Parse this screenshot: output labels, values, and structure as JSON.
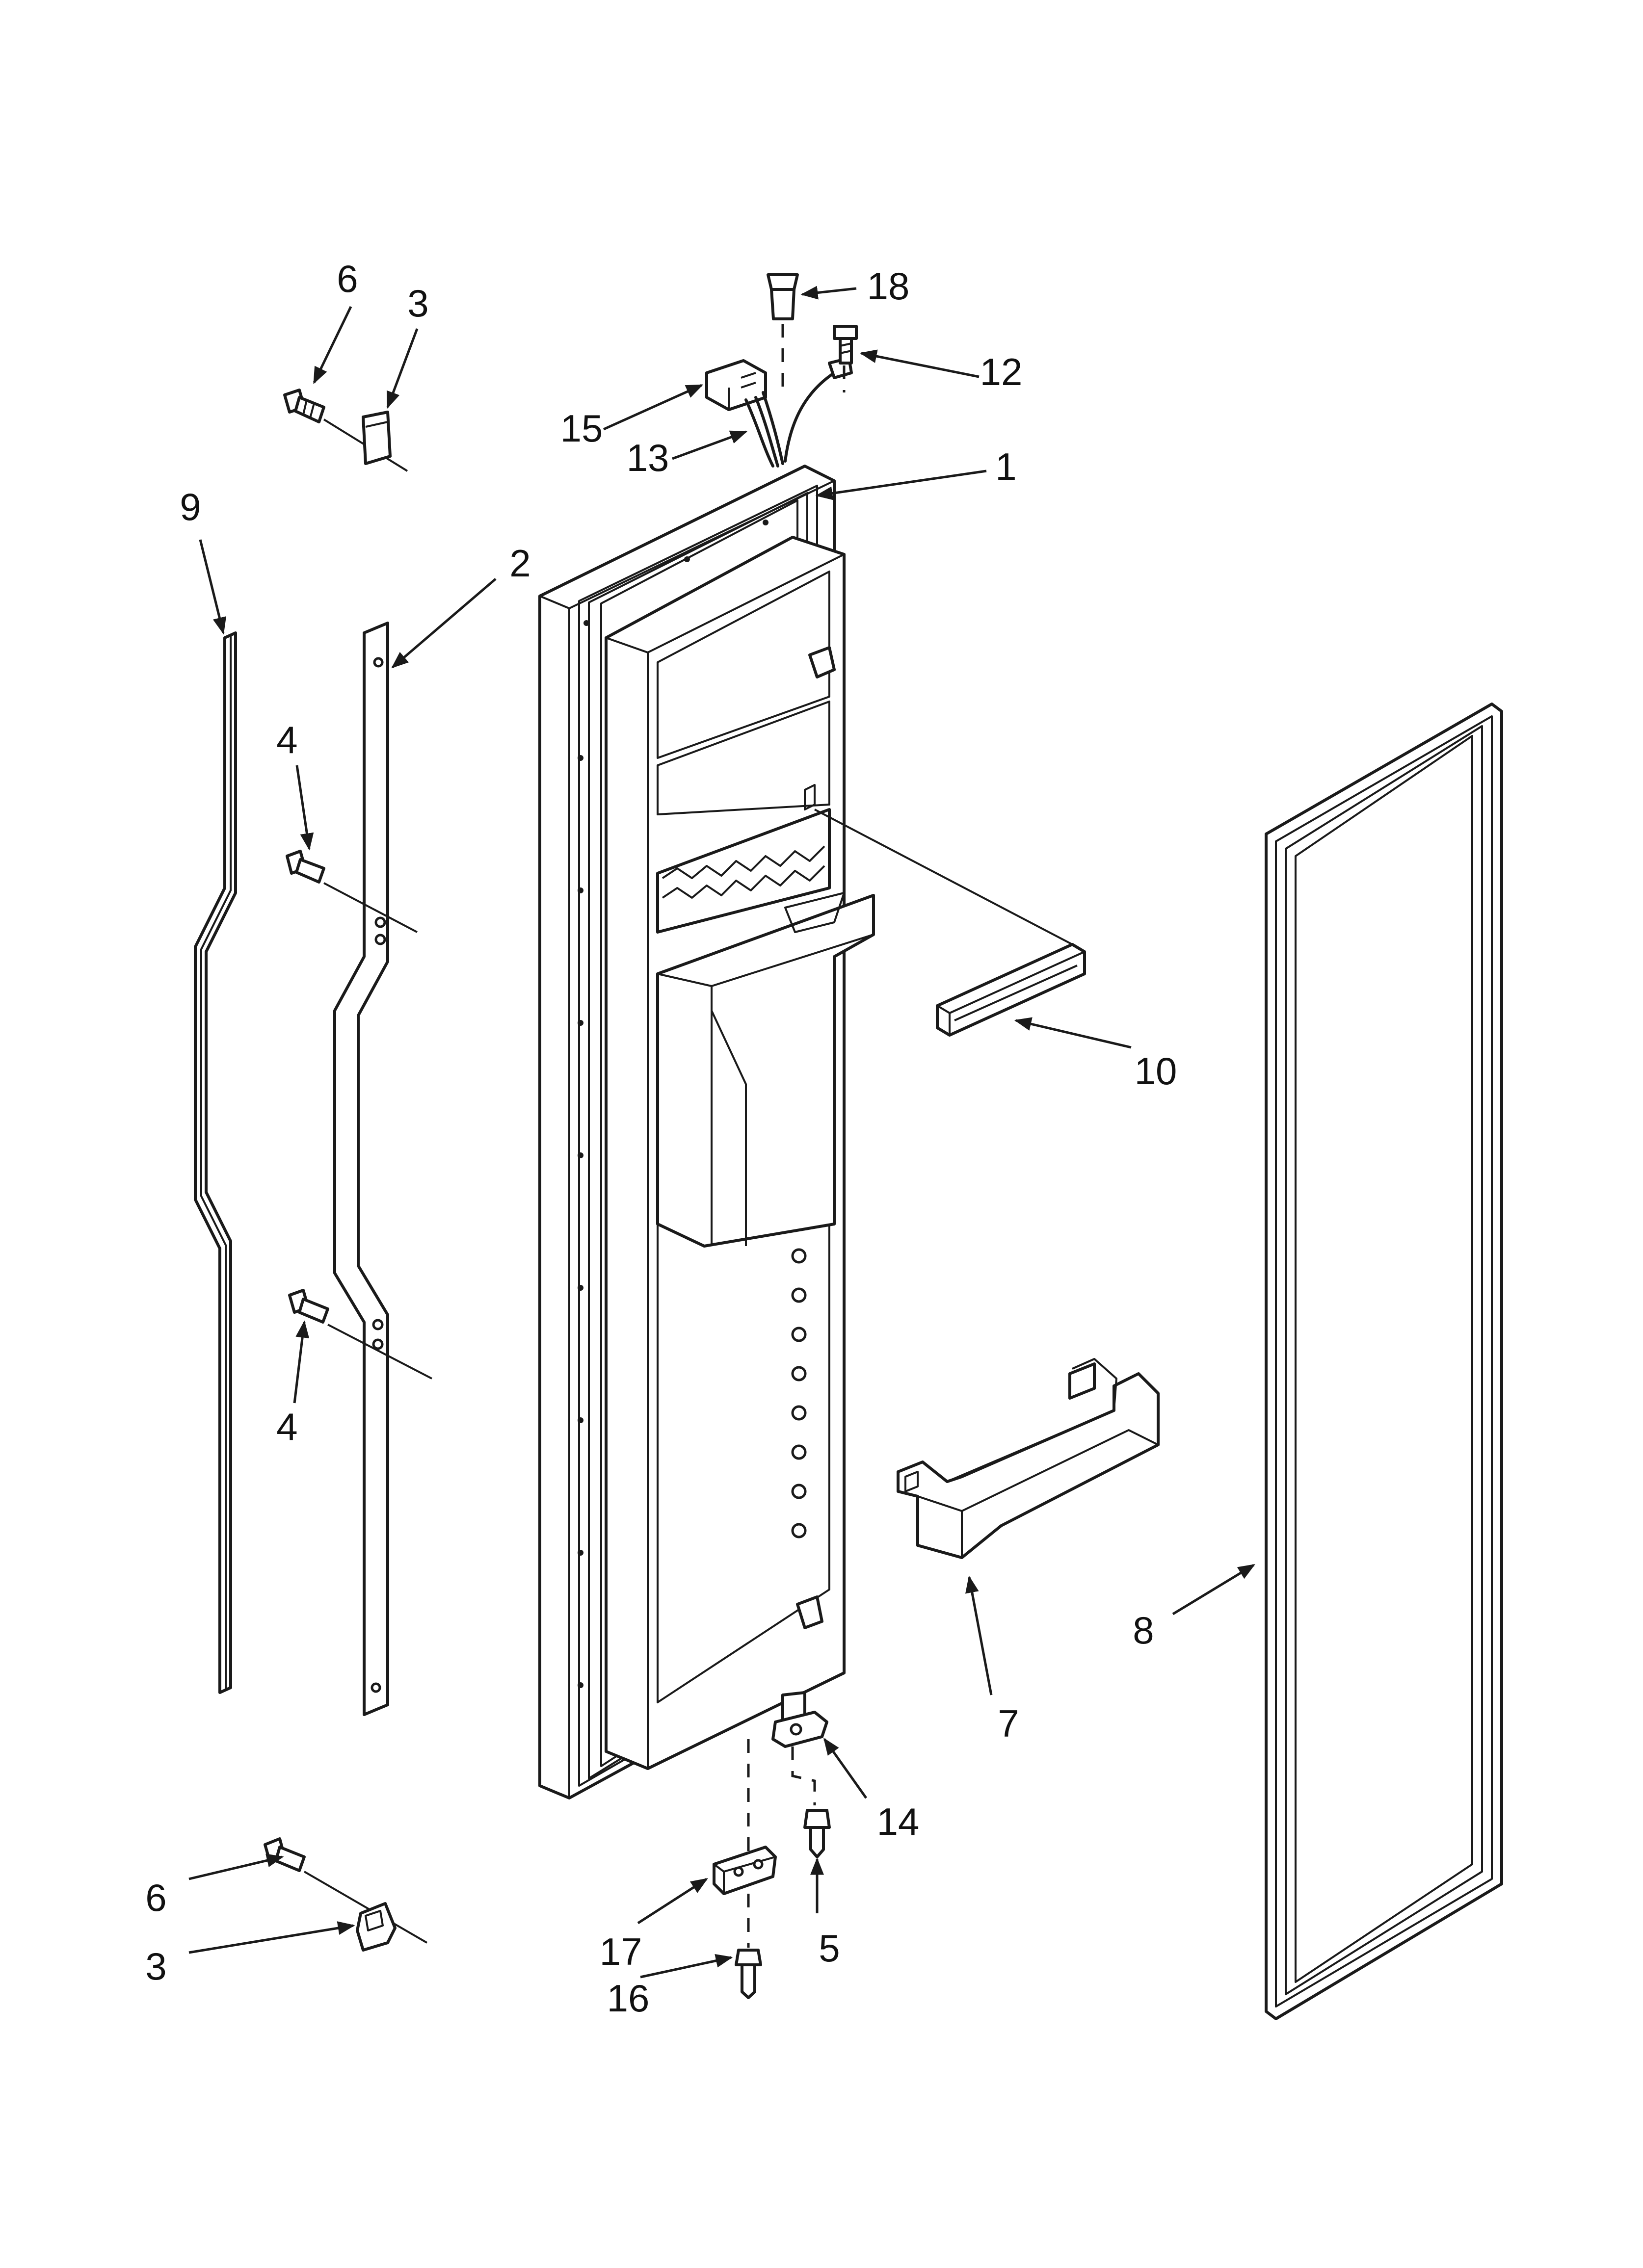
{
  "callouts": [
    {
      "id": "c6a",
      "text": "6"
    },
    {
      "id": "c3a",
      "text": "3"
    },
    {
      "id": "c18",
      "text": "18"
    },
    {
      "id": "c12",
      "text": "12"
    },
    {
      "id": "c15",
      "text": "15"
    },
    {
      "id": "c13",
      "text": "13"
    },
    {
      "id": "c1",
      "text": "1"
    },
    {
      "id": "c9",
      "text": "9"
    },
    {
      "id": "c2",
      "text": "2"
    },
    {
      "id": "c4a",
      "text": "4"
    },
    {
      "id": "c10",
      "text": "10"
    },
    {
      "id": "c4b",
      "text": "4"
    },
    {
      "id": "c8",
      "text": "8"
    },
    {
      "id": "c7",
      "text": "7"
    },
    {
      "id": "c14",
      "text": "14"
    },
    {
      "id": "c6b",
      "text": "6"
    },
    {
      "id": "c3b",
      "text": "3"
    },
    {
      "id": "c5",
      "text": "5"
    },
    {
      "id": "c17",
      "text": "17"
    },
    {
      "id": "c16",
      "text": "16"
    }
  ]
}
